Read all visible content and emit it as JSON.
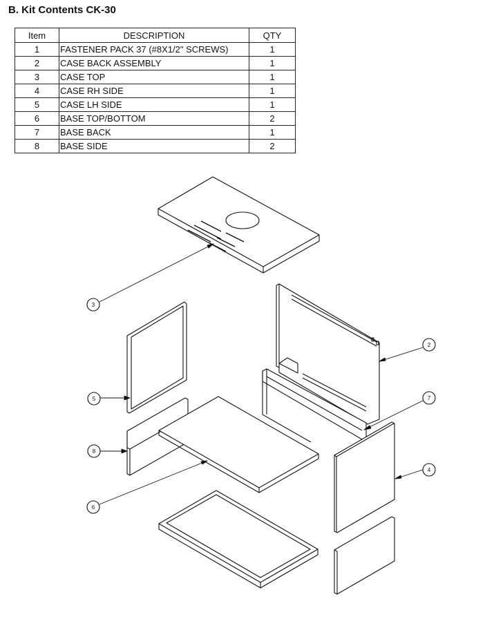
{
  "title": "B. Kit Contents CK-30",
  "table": {
    "headers": {
      "item": "Item",
      "description": "DESCRIPTION",
      "qty": "QTY"
    },
    "rows": [
      {
        "item": "1",
        "description": "FASTENER PACK 37 (#8X1/2\" SCREWS)",
        "qty": "1"
      },
      {
        "item": "2",
        "description": "CASE BACK ASSEMBLY",
        "qty": "1"
      },
      {
        "item": "3",
        "description": "CASE TOP",
        "qty": "1"
      },
      {
        "item": "4",
        "description": "CASE RH SIDE",
        "qty": "1"
      },
      {
        "item": "5",
        "description": "CASE LH SIDE",
        "qty": "1"
      },
      {
        "item": "6",
        "description": "BASE TOP/BOTTOM",
        "qty": "2"
      },
      {
        "item": "7",
        "description": "BASE BACK",
        "qty": "1"
      },
      {
        "item": "8",
        "description": "BASE SIDE",
        "qty": "2"
      }
    ]
  },
  "callouts": [
    "3",
    "2",
    "5",
    "7",
    "8",
    "4",
    "6"
  ]
}
